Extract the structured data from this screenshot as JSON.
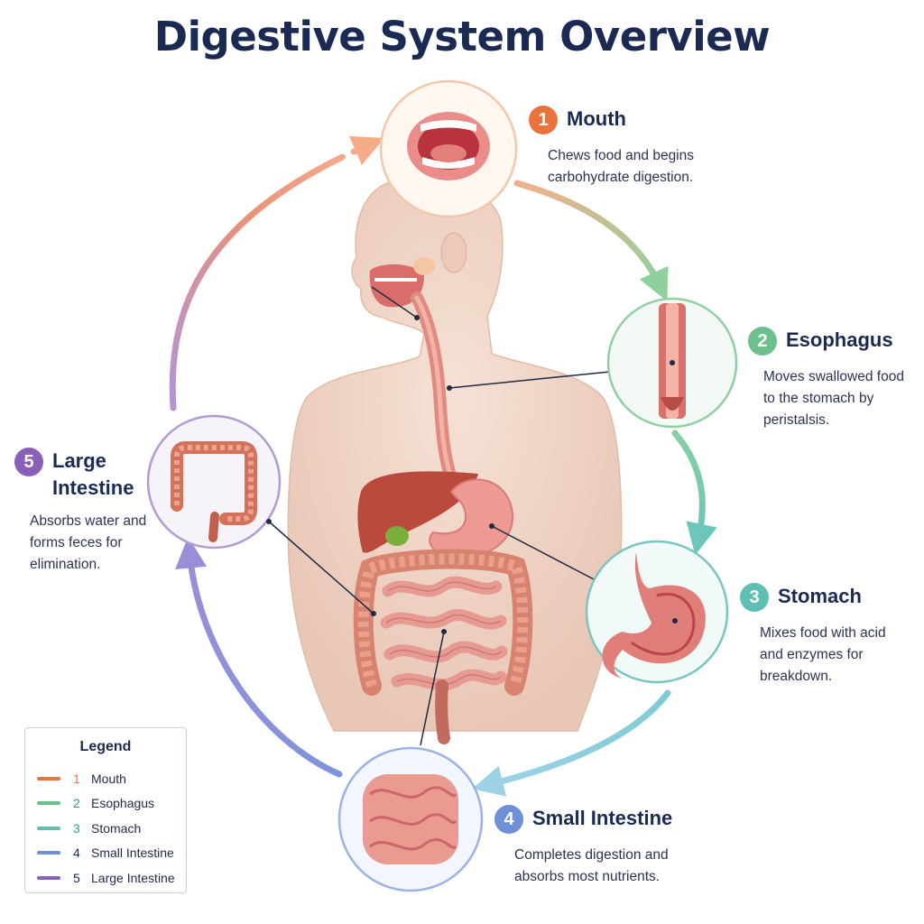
{
  "title": "Digestive System Overview",
  "stages": [
    {
      "number": "1",
      "name": "Mouth",
      "description": [
        "Chews food and begins",
        "carbohydrate digestion."
      ],
      "color": "#e8733d"
    },
    {
      "number": "2",
      "name": "Esophagus",
      "description": [
        "Moves swallowed food",
        "to the stomach by",
        "peristalsis."
      ],
      "color": "#6dbf8b"
    },
    {
      "number": "3",
      "name": "Stomach",
      "description": [
        "Mixes food with acid",
        "and enzymes for",
        "breakdown."
      ],
      "color": "#5fbfb3"
    },
    {
      "number": "4",
      "name": "Small Intestine",
      "description": [
        "Completes digestion and",
        "absorbs most nutrients."
      ],
      "color": "#6f8fd6"
    },
    {
      "number": "5",
      "name": "Large Intestine",
      "name_lines": [
        "Large",
        "Intestine"
      ],
      "description": [
        "Absorbs water and",
        "forms feces for",
        "elimination."
      ],
      "color": "#8a5fb8"
    }
  ],
  "legend": {
    "title": "Legend",
    "items": [
      {
        "number": "1",
        "label": "Mouth",
        "color": "#e8733d"
      },
      {
        "number": "2",
        "label": "Esophagus",
        "color": "#6dbf8b"
      },
      {
        "number": "3",
        "label": "Stomach",
        "color": "#5fbfb3"
      },
      {
        "number": "4",
        "label": "Small Intestine",
        "color": "#6f8fd6"
      },
      {
        "number": "5",
        "label": "Large Intestine",
        "color": "#8a5fb8"
      }
    ]
  }
}
